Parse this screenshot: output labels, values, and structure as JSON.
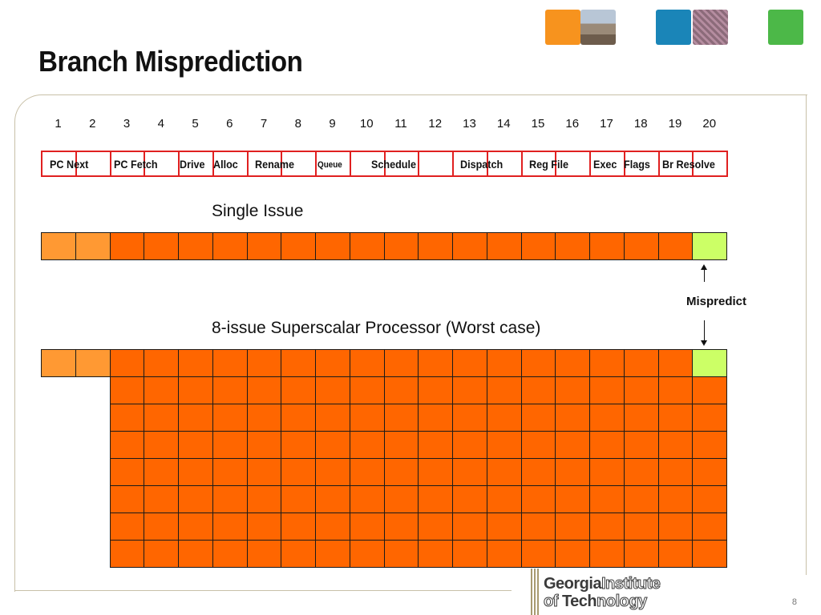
{
  "slide": {
    "title": "Branch Misprediction",
    "page_number": "8"
  },
  "colors": {
    "accent_orange": "#f7931e",
    "tile_orange": "#f7931e",
    "tile_blue": "#1a85b8",
    "tile_green": "#4cb848",
    "cell_dark_orange": "#ff6600",
    "cell_light_orange": "#ff9933",
    "cell_green": "#ccff66",
    "stage_border": "#e02020"
  },
  "header_icons": [
    "orange-tile-icon",
    "building-photo-icon",
    "blue-tile-icon",
    "circuit-photo-icon",
    "green-tile-icon"
  ],
  "pipeline": {
    "stage_numbers": [
      "1",
      "2",
      "3",
      "4",
      "5",
      "6",
      "7",
      "8",
      "9",
      "10",
      "11",
      "12",
      "13",
      "14",
      "15",
      "16",
      "17",
      "18",
      "19",
      "20"
    ],
    "stage_labels": [
      {
        "text": "PC Next",
        "small": false
      },
      {
        "text": "PC Fetch",
        "small": false
      },
      {
        "text": "Drive",
        "small": false
      },
      {
        "text": "Alloc",
        "small": false
      },
      {
        "text": "Rename",
        "small": false
      },
      {
        "text": "Queue",
        "small": true
      },
      {
        "text": "Schedule",
        "small": false
      },
      {
        "text": "Dispatch",
        "small": false
      },
      {
        "text": "Reg File",
        "small": false
      },
      {
        "text": "Exec",
        "small": false
      },
      {
        "text": "Flags",
        "small": false
      },
      {
        "text": "Br Resolve",
        "small": false
      }
    ]
  },
  "single_issue": {
    "label": "Single Issue",
    "cells": [
      "light",
      "light",
      "dark",
      "dark",
      "dark",
      "dark",
      "dark",
      "dark",
      "dark",
      "dark",
      "dark",
      "dark",
      "dark",
      "dark",
      "dark",
      "dark",
      "dark",
      "dark",
      "dark",
      "green"
    ]
  },
  "mispredict_label": "Mispredict",
  "superscalar": {
    "label": "8-issue Superscalar Processor (Worst case)",
    "rows": 8,
    "first_row_cells": [
      "light",
      "light",
      "dark",
      "dark",
      "dark",
      "dark",
      "dark",
      "dark",
      "dark",
      "dark",
      "dark",
      "dark",
      "dark",
      "dark",
      "dark",
      "dark",
      "dark",
      "dark",
      "dark",
      "green"
    ],
    "extra_rows_start_col": 2,
    "extra_rows_end_col": 19
  },
  "logo": {
    "line1_bold": "Georgia",
    "line1_outline": "Institute",
    "line2_outline_a": "of ",
    "line2_bold": "Tech",
    "line2_outline_b": "nology"
  }
}
